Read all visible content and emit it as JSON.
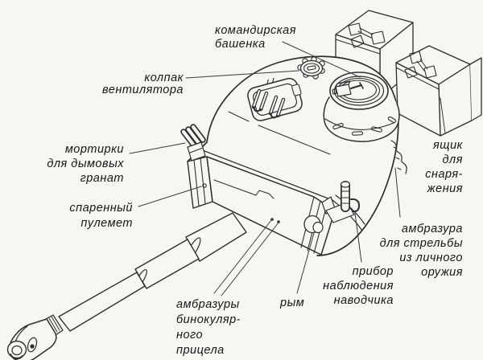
{
  "figure": {
    "type": "technical-diagram",
    "subject": "tank-turret-annotated-line-drawing",
    "colors": {
      "paper": "#f7f6f3",
      "ink": "#2e2e2e",
      "text": "#161616"
    }
  },
  "labels": {
    "commander_cupola": {
      "lines": [
        "командирская",
        "башенка"
      ]
    },
    "ventilator_cap": {
      "lines": [
        "колпак",
        "вентилятора"
      ]
    },
    "smoke_mortars": {
      "lines": [
        "мортирки",
        "для дымовых",
        "гранат"
      ]
    },
    "coaxial_mg": {
      "lines": [
        "спаренный",
        "пулемет"
      ]
    },
    "equipment_box": {
      "lines": [
        "ящик",
        "для",
        "снаря-",
        "жения"
      ]
    },
    "personal_weapon_port": {
      "lines": [
        "амбразура",
        "для стрельбы",
        "из личного",
        "оружия"
      ]
    },
    "gunner_observation": {
      "lines": [
        "прибор",
        "наблюдения",
        "наводчика"
      ]
    },
    "lifting_eye": {
      "lines": [
        "рым"
      ]
    },
    "binocular_sight_ports": {
      "lines": [
        "амбразуры",
        "бинокуляр-",
        "ного",
        "прицела"
      ]
    }
  }
}
